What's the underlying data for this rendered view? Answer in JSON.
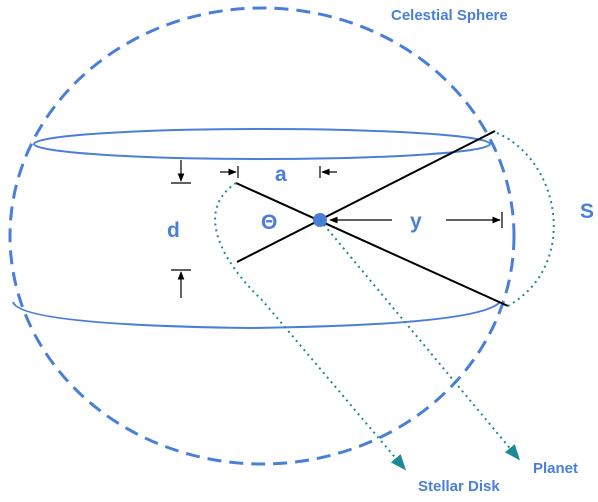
{
  "labels": {
    "sphere": "Celestial Sphere",
    "a": "a",
    "d": "d",
    "theta": "Θ",
    "y": "y",
    "s": "S",
    "planet": "Planet",
    "stellar_disk": "Stellar Disk"
  },
  "colors": {
    "blue": "#4a7fd8",
    "black": "#000000",
    "teal": "#1b8a96"
  }
}
